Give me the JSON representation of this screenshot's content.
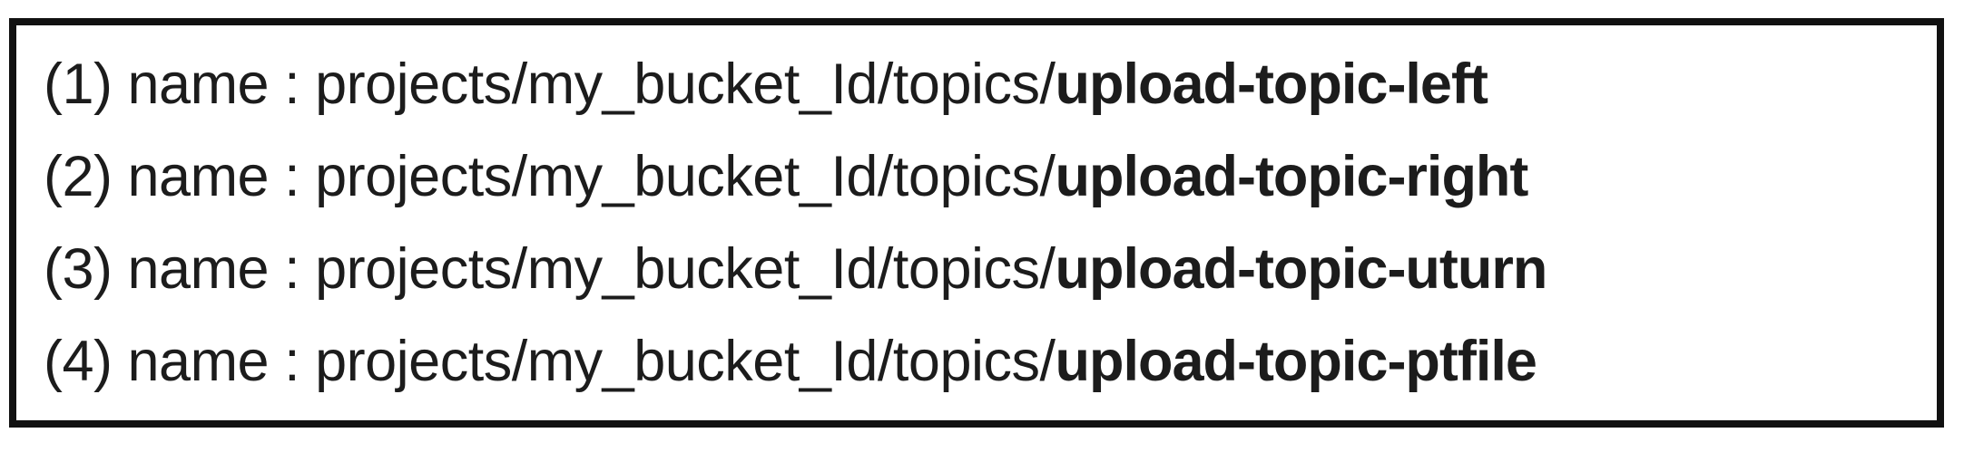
{
  "figure": {
    "colors": {
      "text": "#1c1c1c",
      "border": "#111111",
      "background": "#ffffff"
    },
    "lines": [
      {
        "prefix": "(1) name : ",
        "path": "projects/my_bucket_Id/topics/",
        "topic": "upload-topic-left"
      },
      {
        "prefix": "(2) name : ",
        "path": "projects/my_bucket_Id/topics/",
        "topic": "upload-topic-right"
      },
      {
        "prefix": "(3) name : ",
        "path": "projects/my_bucket_Id/topics/",
        "topic": "upload-topic-uturn"
      },
      {
        "prefix": "(4) name : ",
        "path": "projects/my_bucket_Id/topics/",
        "topic": "upload-topic-ptfile"
      }
    ]
  }
}
